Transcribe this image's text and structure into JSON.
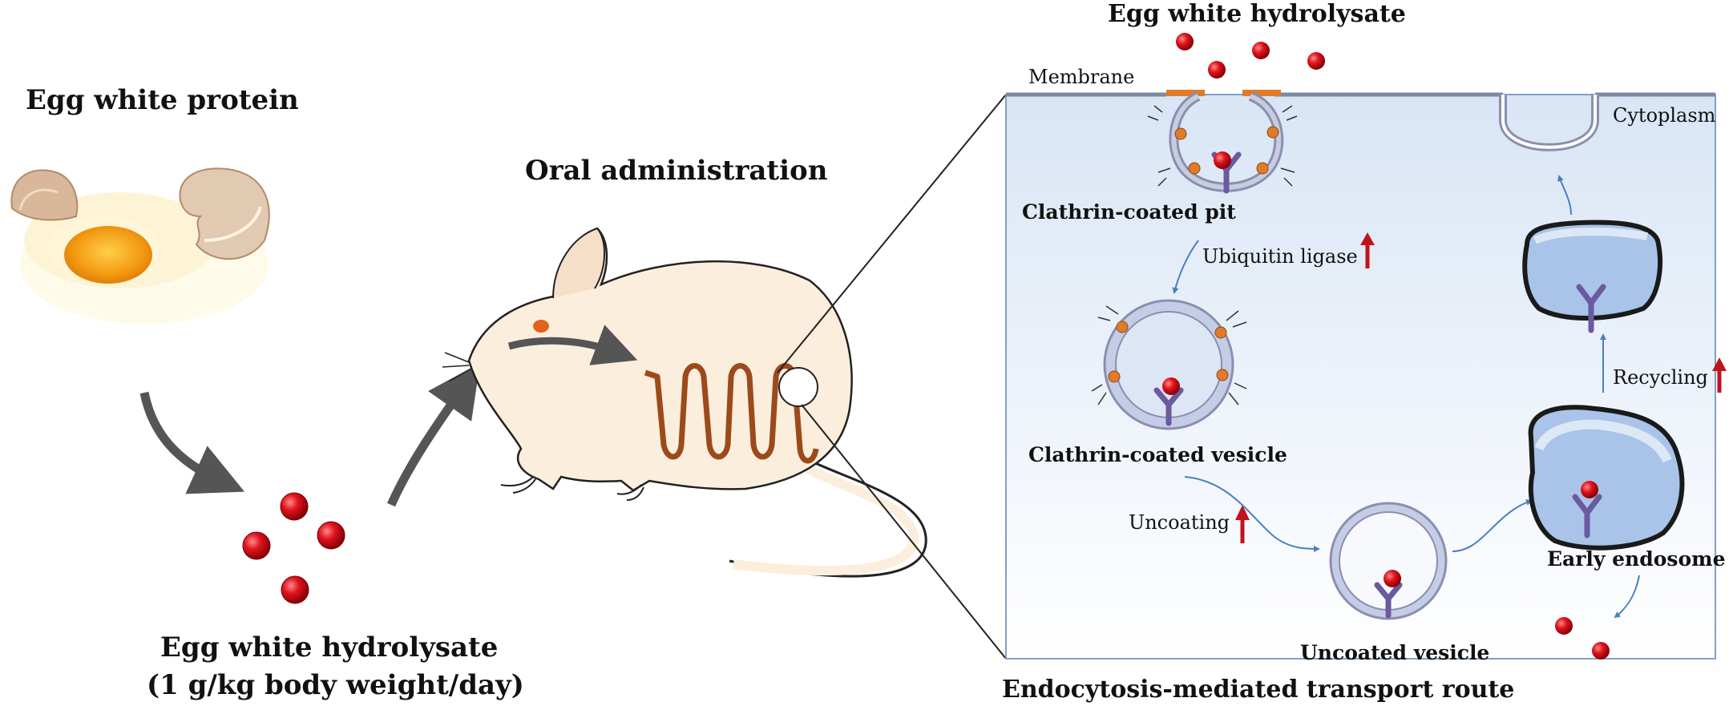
{
  "left": {
    "egg_white_protein": "Egg white protein",
    "hydrolysate_title": "Egg white hydrolysate",
    "dose": "(1 g/kg body weight/day)"
  },
  "middle": {
    "oral_administration": "Oral administration"
  },
  "panel": {
    "top_title": "Egg white hydrolysate",
    "membrane": "Membrane",
    "cytoplasm": "Cytoplasm",
    "clathrin_coated_pit": "Clathrin-coated pit",
    "ubiquitin_ligase": "Ubiquitin ligase",
    "clathrin_coated_vesicle": "Clathrin-coated vesicle",
    "uncoating": "Uncoating",
    "uncoated_vesicle": "Uncoated vesicle",
    "early_endosome": "Early endosome",
    "recycling": "Recycling",
    "bottom_title": "Endocytosis-mediated transport route"
  },
  "colors": {
    "peptide": "#e0141c",
    "arrow_gray": "#555555",
    "panel_fill": "#e6eef8",
    "membrane_orange": "#e07b2a",
    "receptor": "#6a5a9e",
    "up_arrow": "#c0141c",
    "flow_arrow": "#4a7fc0",
    "mouse_fill": "#fbeedd",
    "intestine": "#9c4a1c"
  }
}
